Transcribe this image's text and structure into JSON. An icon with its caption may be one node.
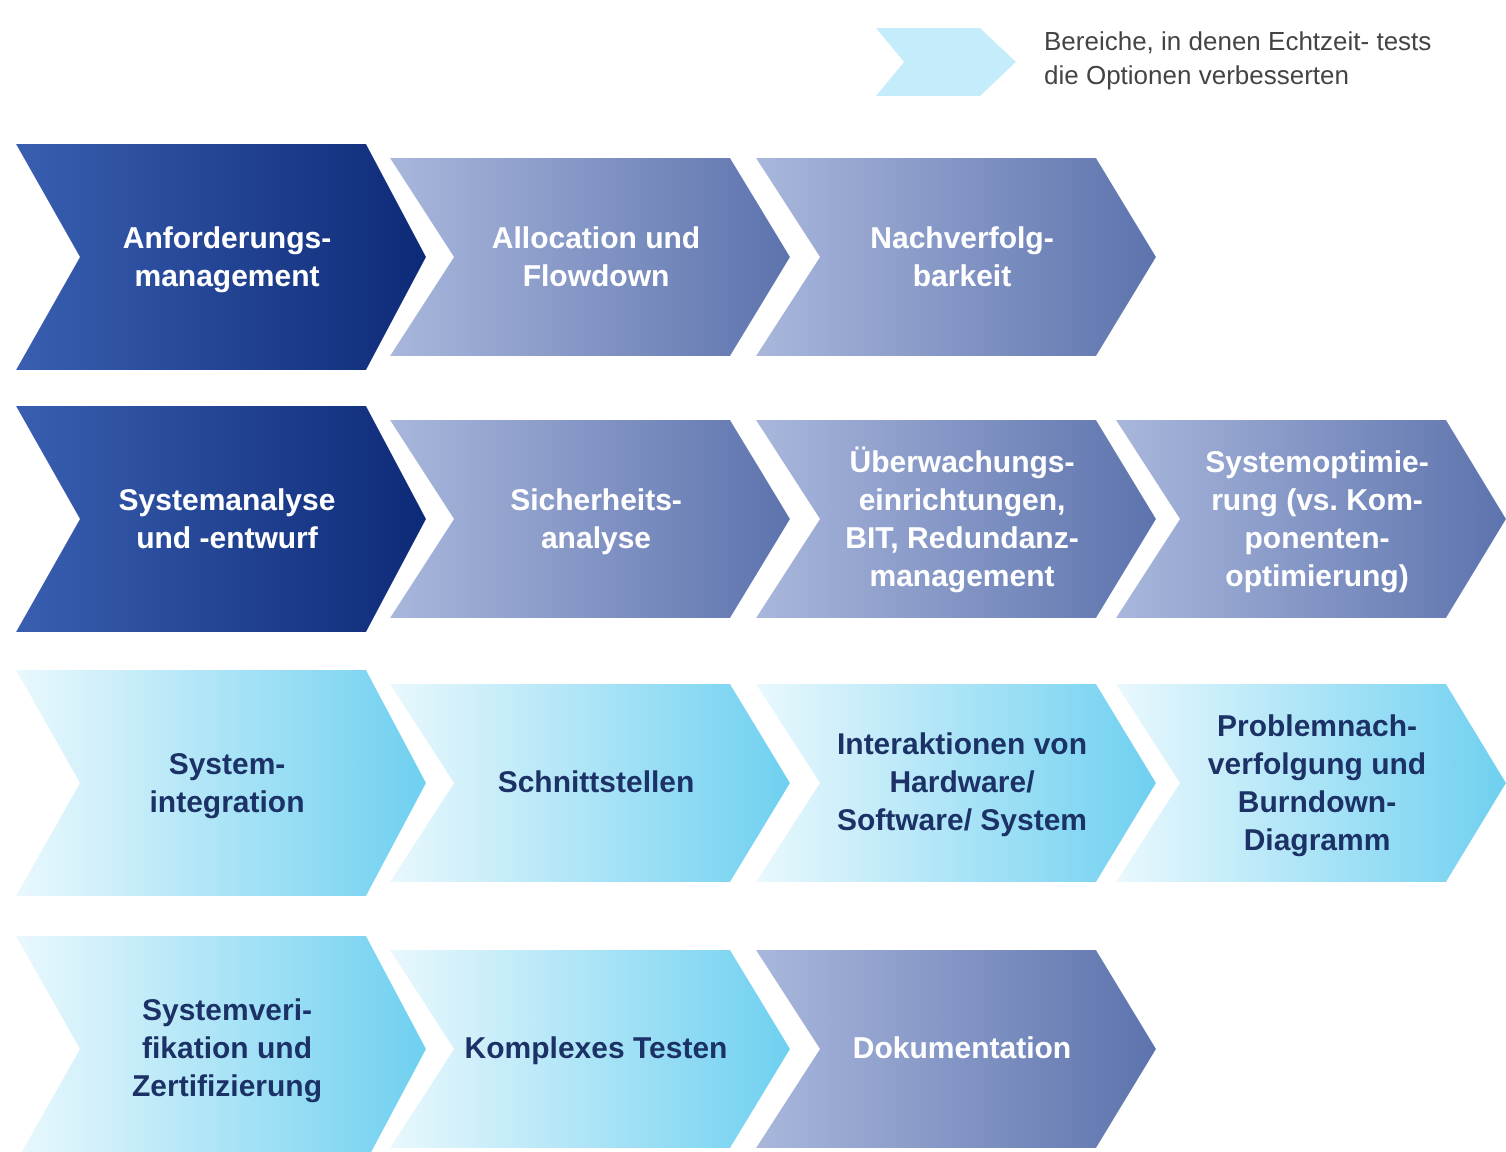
{
  "diagram": {
    "nodes": [
      {
        "text": [
          "Anforderungs- management"
        ]
      },
      {
        "text": [
          "Allocation und Flowdown"
        ]
      },
      {
        "text": [
          "Nachverfolg- barkeit"
        ]
      },
      {
        "text": [
          "Systemanalyse und -entwurf"
        ]
      },
      {
        "text": [
          "Sicherheits- analyse"
        ]
      },
      {
        "text": [
          "Überwachungs- einrichtungen, BIT, Redundanz- management"
        ]
      },
      {
        "text": [
          "Systemoptimie- rung (vs. Kom- ponenten- optimierung)"
        ]
      },
      {
        "text": [
          "System- integration"
        ]
      },
      {
        "text": [
          "Schnittstellen"
        ]
      },
      {
        "text": [
          "Interaktionen von Hardware/ Software/ System"
        ]
      },
      {
        "text": [
          "Problemnach- verfolgung und Burndown- Diagramm"
        ]
      },
      {
        "text": [
          "Systemveri- fikation und Zertifizierung"
        ]
      },
      {
        "text": [
          "Komplexes Testen"
        ]
      },
      {
        "text": [
          "Dokumentation"
        ]
      }
    ],
    "edges": [],
    "legend": [
      {
        "text": "Bereiche, in denen Echtzeit- tests die Optionen verbesserten",
        "color": "#c4ecfa"
      }
    ]
  }
}
